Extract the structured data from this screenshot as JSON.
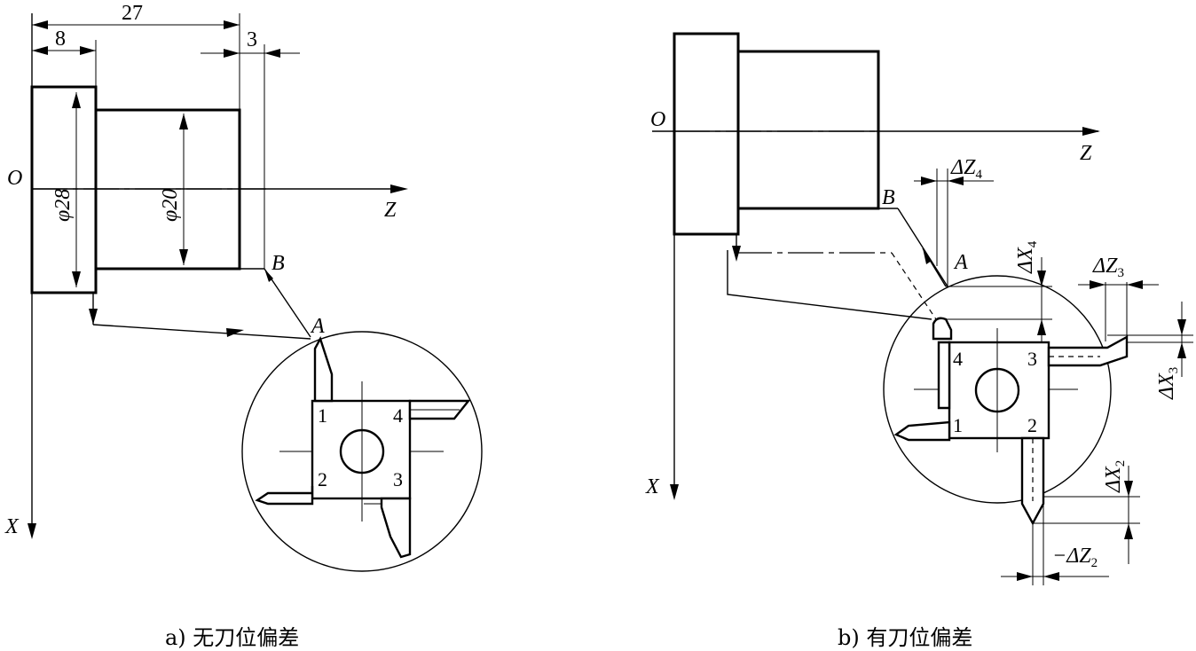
{
  "diagram_a": {
    "caption": "a) 无刀位偏差",
    "dim_27": "27",
    "dim_8": "8",
    "dim_3": "3",
    "dia_28": "φ28",
    "dia_20": "φ20",
    "label_O": "O",
    "label_Z": "Z",
    "label_X": "X",
    "label_B": "B",
    "label_A": "A",
    "pos_1": "1",
    "pos_2": "2",
    "pos_3": "3",
    "pos_4": "4"
  },
  "diagram_b": {
    "caption": "b) 有刀位偏差",
    "label_O": "O",
    "label_Z": "Z",
    "label_X": "X",
    "label_B": "B",
    "label_A": "A",
    "dz4": "ΔZ",
    "dz4_sub": "4",
    "dx4": "ΔX",
    "dx4_sub": "4",
    "dz3": "ΔZ",
    "dz3_sub": "3",
    "dx3": "ΔX",
    "dx3_sub": "3",
    "dx2": "ΔX",
    "dx2_sub": "2",
    "dz2": "−ΔZ",
    "dz2_sub": "2",
    "pos_1": "1",
    "pos_2": "2",
    "pos_3": "3",
    "pos_4": "4"
  }
}
